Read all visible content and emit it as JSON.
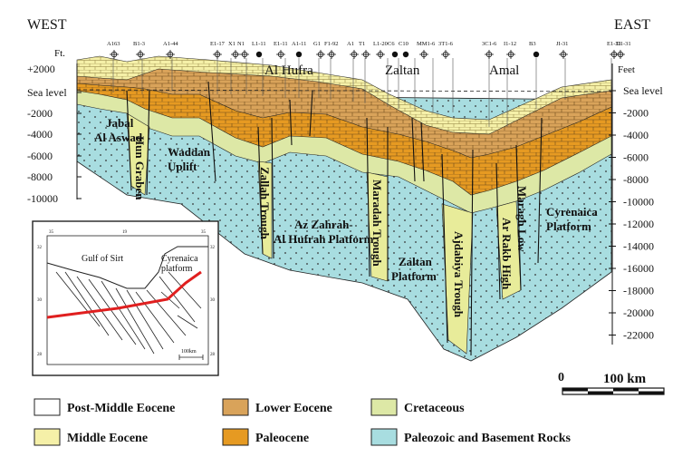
{
  "header": {
    "west": "WEST",
    "east": "EAST",
    "left_unit": "Ft.",
    "right_unit": "Feet"
  },
  "wells": [
    "A163",
    "B1-3",
    "A1-44",
    "E1-17",
    "X1",
    "N1",
    "L1-11",
    "E1-11",
    "A1-11",
    "G1",
    "F1-92",
    "A1",
    "T1",
    "L1-20",
    "C6",
    "C10",
    "MM1-6",
    "3T1-6",
    "3C1-6",
    "I1-12",
    "B3",
    "JI-31",
    "E1-31",
    "D1-31"
  ],
  "fields": [
    "Al Hufra",
    "Zaltan",
    "Amal"
  ],
  "left_axis": [
    "+2000",
    "Sea level",
    "-2000",
    "-4000",
    "-6000",
    "-8000",
    "-10000"
  ],
  "right_axis": [
    "Sea level",
    "-2000",
    "-4000",
    "-6000",
    "-8000",
    "-10000",
    "-12000",
    "-14000",
    "-16000",
    "-18000",
    "-20000",
    "-22000"
  ],
  "structures": {
    "jabal": [
      "Jabal",
      "Al Aswad"
    ],
    "hun": "Hun Graben",
    "waddan": [
      "Waddan",
      "Uplift"
    ],
    "zallah": "Zallah Trough",
    "azzahrah": [
      "Az Zahrah-",
      "Al Hufrah Platform"
    ],
    "maradah": "Maradah Trough",
    "zaltanp": [
      "Zaltan",
      "Platform"
    ],
    "ajdabiya": "Ajdabiya Trough",
    "arrakb": "Ar Rakb High",
    "maragh": "Maragh Low",
    "cyrenaica": [
      "Cyrenaica",
      "Platform"
    ]
  },
  "inset": {
    "gulf": "Gulf of Sirt",
    "cyrenaica": [
      "Cyrenaica",
      "platform"
    ],
    "scale": "100km",
    "ticks_top": [
      "35",
      "19",
      "35"
    ],
    "ticks_left": [
      "32",
      "30",
      "28"
    ],
    "ticks_right": [
      "32",
      "30",
      "28"
    ]
  },
  "scale_bar": {
    "zero": "0",
    "label": "100 km"
  },
  "legend": [
    {
      "label": "Post-Middle Eocene",
      "color": "#ffffff"
    },
    {
      "label": "Lower Eocene",
      "color": "#d9a35a"
    },
    {
      "label": "Cretaceous",
      "color": "#dde8a6"
    },
    {
      "label": "Middle Eocene",
      "color": "#f5f0a8"
    },
    {
      "label": "Paleocene",
      "color": "#e69a22"
    },
    {
      "label": "Paleozoic and Basement Rocks",
      "color": "#a8dde0"
    }
  ],
  "colors": {
    "basement": "#a8dde0",
    "cretaceous": "#dde8a6",
    "paleocene": "#e69a22",
    "lower_eocene": "#d9a35a",
    "middle_eocene": "#f5f0a8",
    "post": "#ffffff",
    "line": "#222222"
  }
}
